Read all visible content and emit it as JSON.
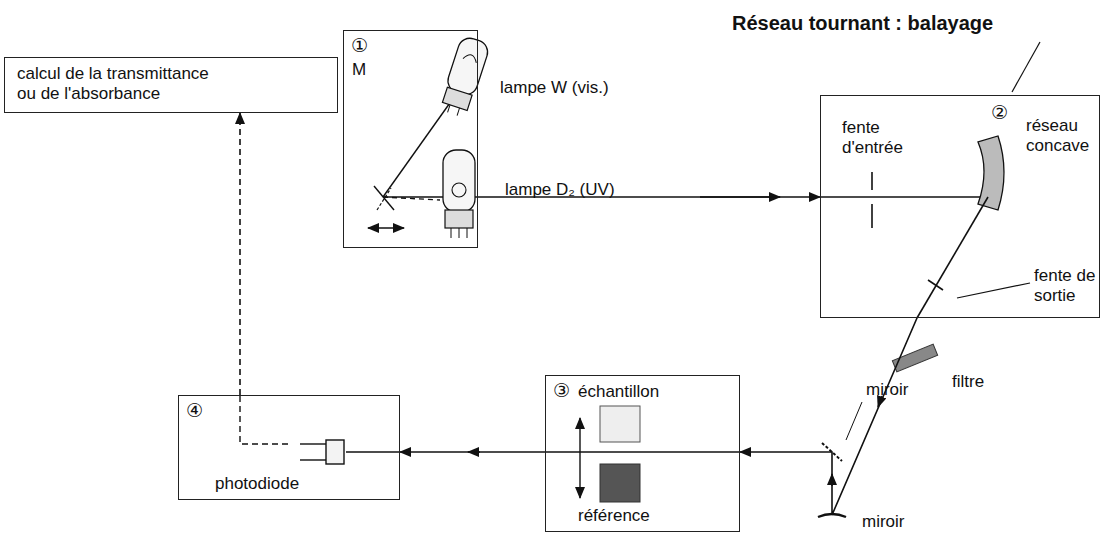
{
  "diagram": {
    "nodes": [
      {
        "text": [
          "calcul de la transmittance ou de l'absorbance"
        ]
      },
      {
        "text": [
          "①"
        ]
      },
      {
        "text": [
          "②"
        ]
      },
      {
        "text": [
          "③",
          "échantillon",
          "référence"
        ]
      },
      {
        "text": [
          "④",
          "photodiode"
        ]
      }
    ],
    "edges": [
      {
        "from": 1,
        "to": 2,
        "arrow": "to"
      },
      {
        "from": 2,
        "to": 3,
        "arrow": "to"
      },
      {
        "from": 3,
        "to": 4,
        "arrow": "to"
      },
      {
        "from": 4,
        "to": 0,
        "arrow": "to"
      }
    ],
    "labels": [
      "M",
      "lampe W (vis.)",
      "lampe D₂ (UV)",
      "Réseau tournant : balayage",
      "fente d'entrée",
      "réseau concave",
      "fente de sortie",
      "filtre",
      "miroir",
      "miroir"
    ]
  }
}
